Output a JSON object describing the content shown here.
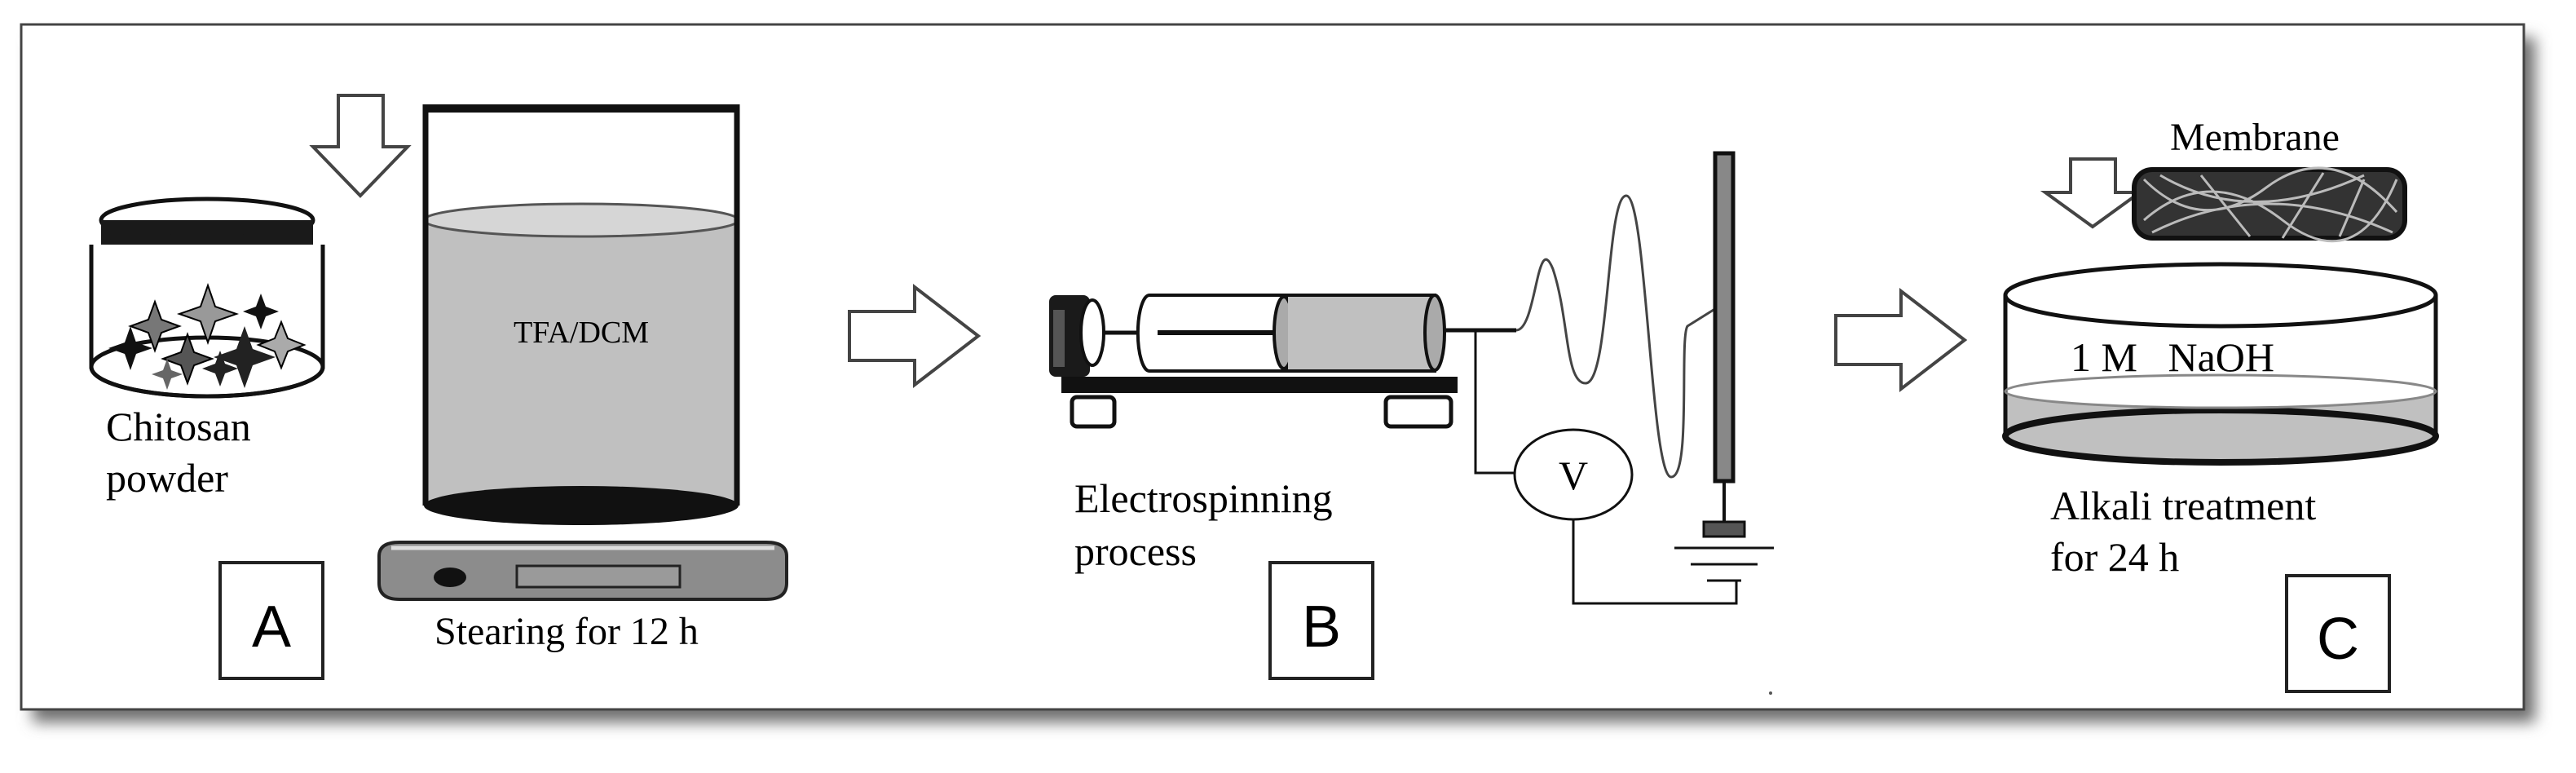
{
  "stage_a": {
    "panel_letter": "A",
    "chitosan_label_line1": "Chitosan",
    "chitosan_label_line2": "powder",
    "beaker_label": "TFA/DCM",
    "stirring_label": "Stearing for 12 h"
  },
  "stage_b": {
    "panel_letter": "B",
    "process_label_line1": "Electrospinning",
    "process_label_line2": "process",
    "voltmeter_label": "V"
  },
  "stage_c": {
    "panel_letter": "C",
    "membrane_label": "Membrane",
    "solution_label": "1 M   NaOH",
    "treatment_label_line1": "Alkali treatment",
    "treatment_label_line2": "for 24 h"
  },
  "colors": {
    "liquid": "#c0c0c0",
    "dark": "#222222",
    "plate": "#8c8c8c",
    "frame_shadow": "#7a7a7a"
  }
}
